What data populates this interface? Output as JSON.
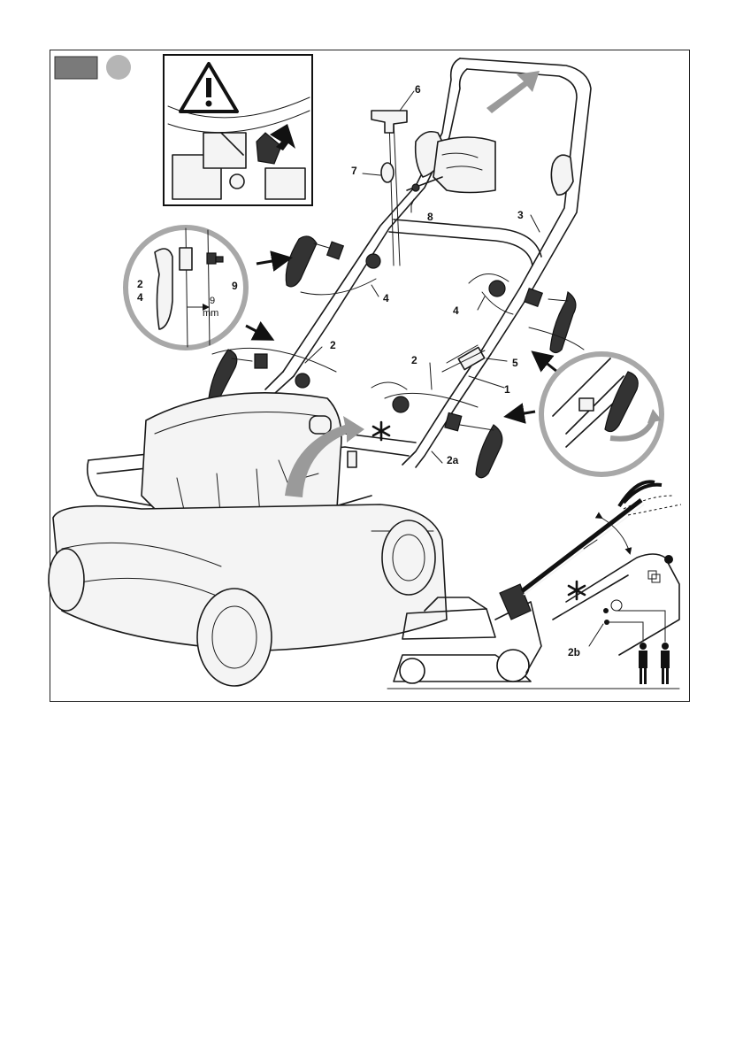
{
  "figure": {
    "colors": {
      "badge_box": "#7a7a7a",
      "badge_circle": "#b5b5b5",
      "curved_arrow": "#9a9a9a",
      "detail_circle": "#a8a8a8",
      "warning_fill": "#ffffff"
    },
    "callouts": {
      "c1": "1",
      "c2_left": "2",
      "c2_mid": "2",
      "c2a": "2a",
      "c2b": "2b",
      "c3": "3",
      "c4_top": "4",
      "c4_right": "4",
      "c5": "5",
      "c6": "6",
      "c7": "7",
      "c8": "8",
      "c9": "9"
    },
    "detail_left": {
      "label_2": "2",
      "label_4": "4",
      "label_9": "9",
      "dim_value": "9",
      "dim_unit": "mm"
    },
    "icons": [
      "warning-triangle-icon",
      "asterisk-icon",
      "person-icon",
      "curved-arrow-icon"
    ]
  }
}
